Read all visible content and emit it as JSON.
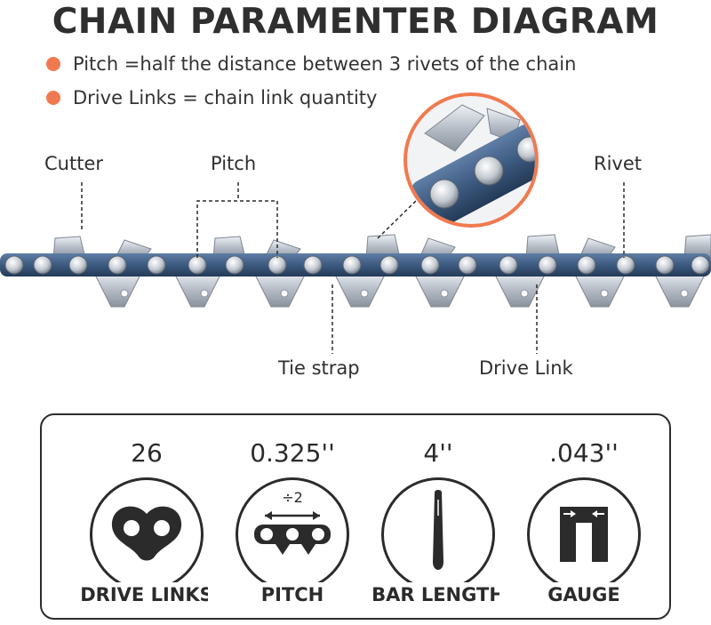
{
  "title": "CHAIN PARAMENTER DIAGRAM",
  "bullets": [
    "Pitch =half the distance between 3 rivets of the chain",
    "Drive Links = chain link quantity"
  ],
  "callouts": {
    "cutter": "Cutter",
    "pitch": "Pitch",
    "rivet": "Rivet",
    "tie_strap": "Tie strap",
    "drive_link": "Drive Link"
  },
  "specs": [
    {
      "value": "26",
      "label": "DRIVE LINKS",
      "icon": "drive-link-icon"
    },
    {
      "value": "0.325''",
      "label": "PITCH",
      "icon": "pitch-icon",
      "icon_text": "÷2"
    },
    {
      "value": "4''",
      "label": "BAR LENGTH",
      "icon": "guide-bar-icon"
    },
    {
      "value": ".043''",
      "label": "GAUGE",
      "icon": "gauge-icon"
    }
  ],
  "colors": {
    "accent": "#f07a4f",
    "chain_blue": "#3d5a80",
    "steel": "#c9ced6",
    "text": "#2b2b2b"
  }
}
